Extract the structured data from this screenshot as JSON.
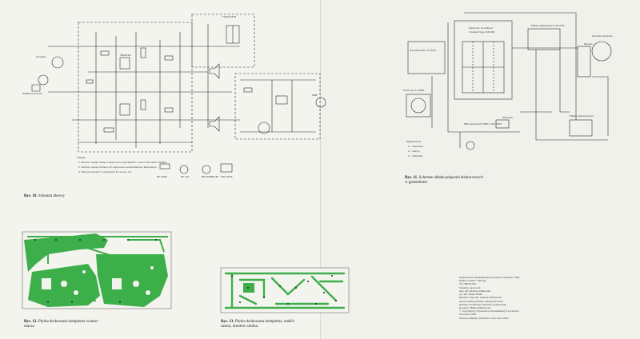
{
  "captions": {
    "fig10": {
      "num": "Rys. 10.",
      "text": "Schemat ideowy"
    },
    "fig11": {
      "num": "Rys. 11.",
      "text_line1": "Schemat układu połączeń elektrycznych",
      "text_line2": "w gramofonie"
    },
    "fig12": {
      "num": "Rys. 12.",
      "text_line1": "Płytka drukowana kompletna wzmac-",
      "text_line2": "niacza"
    },
    "fig13": {
      "num": "Rys. 13.",
      "text_line1": "Płytka drukowana kompletna, stabili-",
      "text_line2": "zatora, obrotów silnika"
    }
  },
  "schematic_labels": {
    "gniazdo": "Gniazdo",
    "wkladka": "Wkładka gramof.",
    "transformer": "TS40/1/678",
    "uwaga": "Uwaga:",
    "note1": "1. Pomiar napięć stałych wykonano przyrządem o oporności wew. 20kΩ/V",
    "note2": "2. Pomiar napięć zmiennych wykonano woltomierzem lampowym",
    "note3": "3. Przy pomiarach U wyłącznik S1 w poz. wł.",
    "bc238a": "BC 238A",
    "bc211": "BC 211",
    "ebc": "E B C",
    "tba": "TBA 810S",
    "tba_top": "TBA810S",
    "motor": "SEM",
    "bd135": "BD135/BD136"
  },
  "wiring_labels": {
    "pojemnik": "Pojemnik na baterie",
    "baterie": "6 baterii typu R20-R6",
    "plytka_stab": "Płytka stabilizatora obrotów",
    "transformator": "Transformator TS 40/1",
    "silnik": "Silnik typ S 339M",
    "mikrowylacznik": "Mikrowyłącznik WTA-1 6A/250V",
    "wtyczka": "Wtyczka",
    "zaciski": "Zaciski",
    "gniazdo_glosnik": "Gniazdo głośnika",
    "plytka_wzm": "Płytka wzmacniacza",
    "legend_title": "Objaśnienie:",
    "legend1": "1 - czerwony",
    "legend2": "2 - czarny",
    "legend3": "3 - niebieski"
  },
  "colophon": [
    "Wydawnictwa Komunikacji i Łączności, Warszawa 1984",
    "Nakład 12.000 + 300 egz.",
    "351-386-02-001",
    "Schemat opracował:",
    "mgr. inż. Andrzej Glinkowski",
    "rys. inż. Janusz Dołka",
    "Redaktor: mgr inż. Tadeusz Wiśniewski",
    "Opracowanie graficzne: Andrzej Nowicki",
    "Redaktor techniczny: Mirosław Kożanowski",
    "Korektor: Halina Oleksiewicz",
    "© Copyright by Wydawnictwa Komunikacji i Łączności,",
    "Warszawa 1984",
    "Prasowe Zakłady Graficzne, Łódź, Zam. 5816/"
  ]
}
